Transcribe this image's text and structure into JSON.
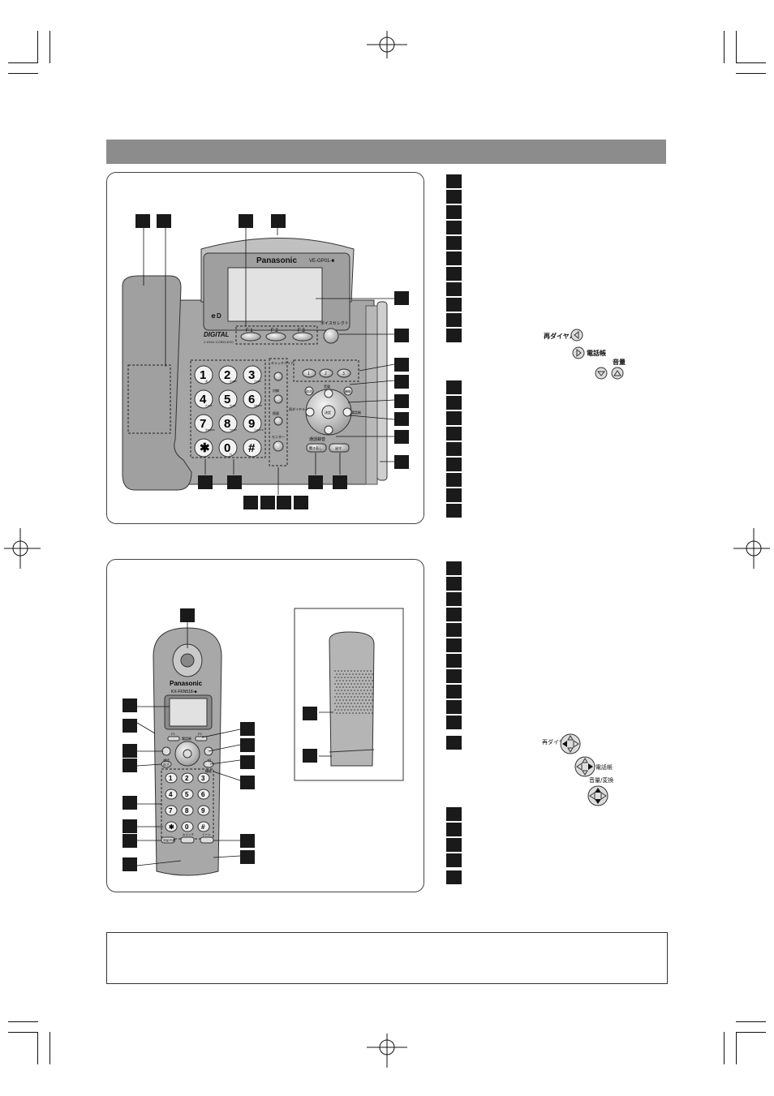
{
  "base_unit": {
    "brand": "Panasonic",
    "model": "VE-GP01-■",
    "logo_text": "DIGITAL",
    "logo_subtext": "2.4GHz CORDLESS",
    "display_icon": "ｅD",
    "function_keys": [
      "F 1",
      "F 2",
      "F 3"
    ],
    "voice_select_label": "ボイスセレクト",
    "one_touch_keys": [
      "1",
      "2",
      "3"
    ],
    "keypad": [
      {
        "digit": "1",
        "kana": "あ"
      },
      {
        "digit": "2",
        "kana": "かABC"
      },
      {
        "digit": "3",
        "kana": "さDEF"
      },
      {
        "digit": "4",
        "kana": "たGHI"
      },
      {
        "digit": "5",
        "kana": "なJKL"
      },
      {
        "digit": "6",
        "kana": "はMNO"
      },
      {
        "digit": "7",
        "kana": "まPQRS"
      },
      {
        "digit": "8",
        "kana": "やTUV"
      },
      {
        "digit": "9",
        "kana": "らWXYZ"
      },
      {
        "digit": "✱",
        "kana": ""
      },
      {
        "digit": "0",
        "kana": "わ"
      },
      {
        "digit": "#",
        "kana": ""
      }
    ],
    "side_keys": [
      "キャッチクリア",
      "内線",
      "保留",
      "モニター"
    ],
    "nav_labels": {
      "top": "音量",
      "left": "再ダイヤル",
      "right": "電話帳",
      "center": "決定",
      "top_left": "取消",
      "top_right": "機能"
    },
    "bottom_keys_title": "通話録音",
    "bottom_keys": [
      "聞き直し",
      "留守"
    ]
  },
  "base_legend_extra": {
    "redial_label": "再ダイヤル",
    "phonebook_label": "電話帳",
    "volume_label": "音量"
  },
  "handset": {
    "brand": "Panasonic",
    "model": "KX-FKN518-■",
    "func_keys": [
      "F1",
      "F2"
    ],
    "nav_top_label": "電話帳",
    "left_keys": [
      "通話",
      "取消"
    ],
    "right_keys": [
      "切",
      "機能"
    ],
    "keypad": [
      "1",
      "2",
      "3",
      "4",
      "5",
      "6",
      "7",
      "8",
      "9",
      "✱",
      "0",
      "#"
    ],
    "bottom_keys": [
      "保留/内線",
      "キャッチ",
      "トーン"
    ]
  },
  "handset_legend_extra": {
    "redial_label": "再ダイヤル",
    "phonebook_label": "電話帳",
    "volume_label": "音量/変換"
  },
  "icons": [
    "left-arrow-circle-icon",
    "right-arrow-circle-icon",
    "down-arrow-circle-icon",
    "up-arrow-circle-icon",
    "registration-cross-icon"
  ]
}
